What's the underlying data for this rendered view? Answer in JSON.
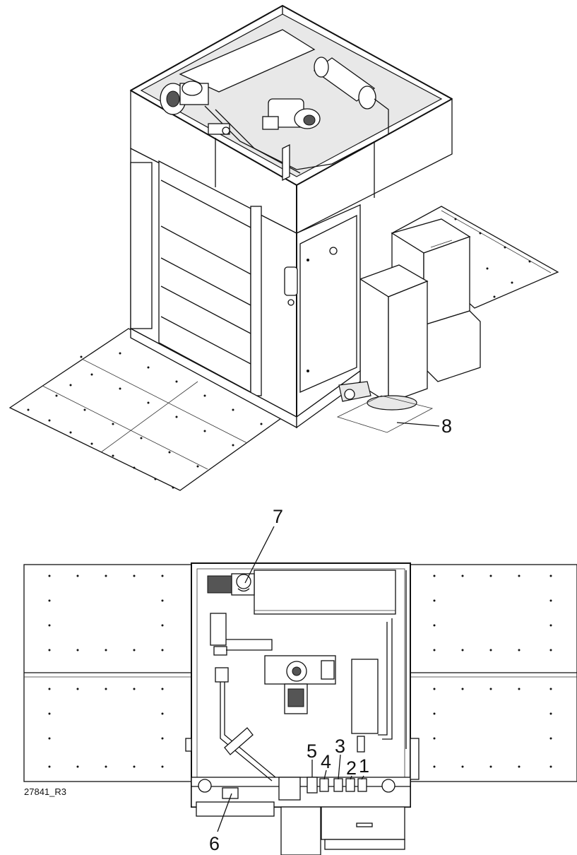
{
  "drawing_number": "27841_R3",
  "callouts": {
    "c1": "1",
    "c2": "2",
    "c3": "3",
    "c4": "4",
    "c5": "5",
    "c6": "6",
    "c7": "7",
    "c8": "8"
  }
}
